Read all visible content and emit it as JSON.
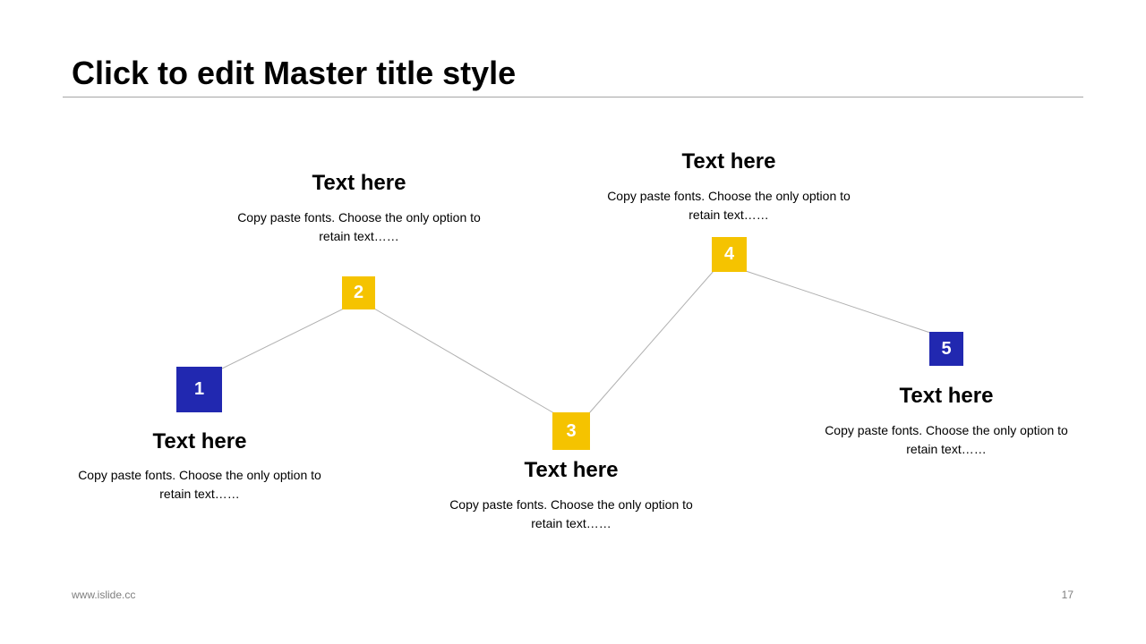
{
  "slide": {
    "title": "Click to edit Master title style",
    "footer_left": "www.islide.cc",
    "page_number": "17"
  },
  "colors": {
    "blue": "#2128b0",
    "yellow": "#f5c300",
    "connector": "#b0b0b0"
  },
  "steps": [
    {
      "number": "1",
      "heading": "Text here",
      "text": "Copy paste fonts. Choose the only option to retain text……",
      "color": "blue"
    },
    {
      "number": "2",
      "heading": "Text here",
      "text": "Copy paste fonts. Choose the only option to retain text……",
      "color": "yellow"
    },
    {
      "number": "3",
      "heading": "Text here",
      "text": "Copy paste fonts. Choose the only option to retain text……",
      "color": "yellow"
    },
    {
      "number": "4",
      "heading": "Text here",
      "text": "Copy paste fonts. Choose the only option to retain text……",
      "color": "yellow"
    },
    {
      "number": "5",
      "heading": "Text here",
      "text": "Copy paste fonts. Choose the only option to retain text……",
      "color": "blue"
    }
  ]
}
